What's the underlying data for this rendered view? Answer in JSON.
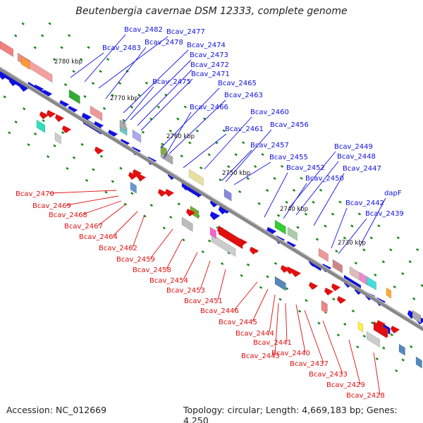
{
  "title": "Beutenbergia cavernae DSM 12333, complete genome",
  "footer": {
    "accession": "Accession: NC_012669",
    "topology": "Topology: circular; Length: 4,669,183 bp; Genes: 4,250"
  },
  "colors": {
    "forward": "#1010e0",
    "reverse": "#e01010",
    "backbone": "#888888",
    "gc_tick": "#1a8a1a"
  },
  "scale_marks": [
    "2780 kbp",
    "2770 kbp",
    "2760 kbp",
    "2750 kbp",
    "2740 kbp",
    "2730 kbp"
  ],
  "forward_genes": [
    "Bcav_2482",
    "Bcav_2477",
    "Bcav_2483",
    "Bcav_2478",
    "Bcav_2474",
    "Bcav_2473",
    "Bcav_2472",
    "Bcav_2471",
    "Bcav_2475",
    "Bcav_2465",
    "Bcav_2463",
    "Bcav_2466",
    "Bcav_2460",
    "Bcav_2461",
    "Bcav_2456",
    "Bcav_2457",
    "Bcav_2455",
    "Bcav_2449",
    "Bcav_2448",
    "Bcav_2452",
    "Bcav_2447",
    "Bcav_2450",
    "dapF",
    "Bcav_2442",
    "Bcav_2439"
  ],
  "reverse_genes": [
    "Bcav_2470",
    "Bcav_2469",
    "Bcav_2468",
    "Bcav_2467",
    "Bcav_2464",
    "Bcav_2462",
    "Bcav_2459",
    "Bcav_2458",
    "Bcav_2454",
    "Bcav_2453",
    "Bcav_2451",
    "Bcav_2446",
    "Bcav_2445",
    "Bcav_2444",
    "Bcav_2443",
    "Bcav_2441",
    "Bcav_2440",
    "Bcav_2437",
    "Bcav_2433",
    "Bcav_2429",
    "Bcav_2428"
  ]
}
